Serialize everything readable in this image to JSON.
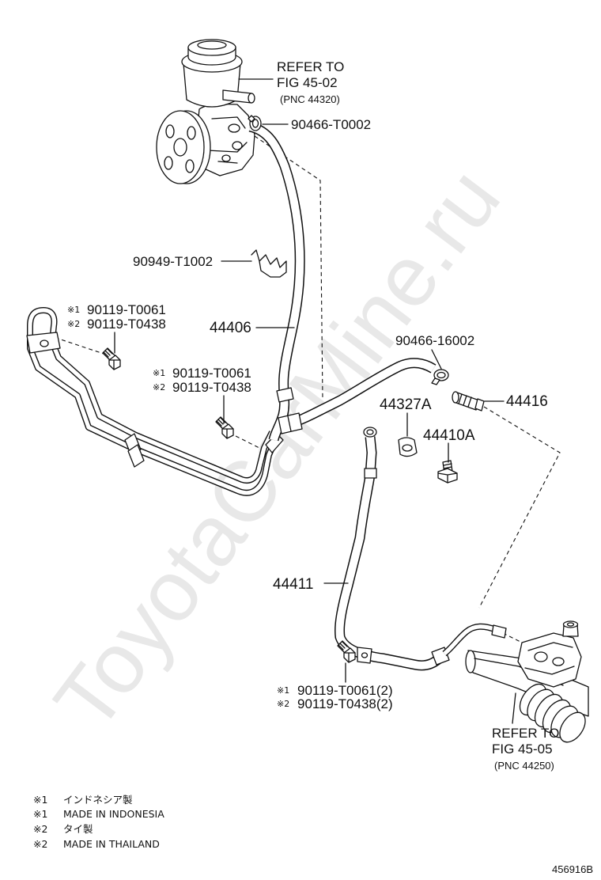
{
  "diagram": {
    "refer_pump": {
      "line1": "REFER TO",
      "line2": "FIG 45-02",
      "line3": "(PNC 44320)"
    },
    "clamp_pump": "90466-T0002",
    "clip": "90949-T1002",
    "bolt_cooler": [
      {
        "mark": "※1",
        "part": "90119-T0061"
      },
      {
        "mark": "※2",
        "part": "90119-T0438"
      }
    ],
    "pressure_hose": "44406",
    "clamp_rack": "90466-16002",
    "bolt_middle": [
      {
        "mark": "※1",
        "part": "90119-T0061"
      },
      {
        "mark": "※2",
        "part": "90119-T0438"
      }
    ],
    "grommet": "44327A",
    "union": "44416",
    "union_bolt": "44410A",
    "return_hose": "44411",
    "bolt_lower": [
      {
        "mark": "※1",
        "part": "90119-T0061(2)"
      },
      {
        "mark": "※2",
        "part": "90119-T0438(2)"
      }
    ],
    "refer_rack": {
      "line1": "REFER TO",
      "line2": "FIG 45-05",
      "line3": "(PNC 44250)"
    }
  },
  "footnotes": [
    {
      "mark": "※1",
      "text": "インドネシア製"
    },
    {
      "mark": "※1",
      "text": "MADE IN INDONESIA"
    },
    {
      "mark": "※2",
      "text": "タイ製"
    },
    {
      "mark": "※2",
      "text": "MADE IN THAILAND"
    }
  ],
  "figure_id": "456916B",
  "watermark": "ToyotaCarMine.ru"
}
